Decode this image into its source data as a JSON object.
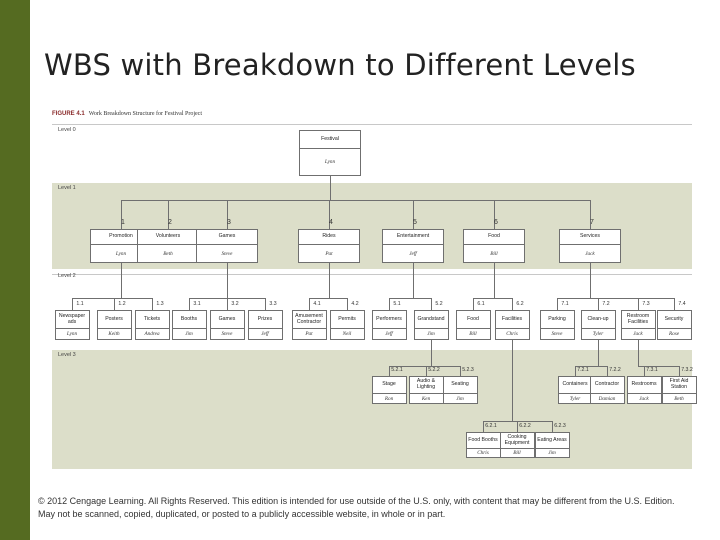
{
  "slide": {
    "title": "WBS with Breakdown to Different Levels",
    "copyright": "© 2012 Cengage Learning. All Rights Reserved. This edition is intended for use outside of the U.S. only, with content that may be different from the U.S. Edition. May not be scanned, copied, duplicated, or posted to a publicly accessible website, in whole or in part."
  },
  "figure": {
    "number": "FIGURE 4.1",
    "caption": "Work Breakdown Structure for Festival Project",
    "level_labels": [
      "Level 0",
      "Level 1",
      "Level 2",
      "Level 3"
    ]
  },
  "wbs": {
    "level0": [
      {
        "name": "Festival",
        "owner": "Lynn"
      }
    ],
    "level1": [
      {
        "id": "1",
        "name": "Promotion",
        "owner": "Lynn"
      },
      {
        "id": "2",
        "name": "Volunteers",
        "owner": "Beth"
      },
      {
        "id": "3",
        "name": "Games",
        "owner": "Steve"
      },
      {
        "id": "4",
        "name": "Rides",
        "owner": "Pat"
      },
      {
        "id": "5",
        "name": "Entertainment",
        "owner": "Jeff"
      },
      {
        "id": "6",
        "name": "Food",
        "owner": "Bill"
      },
      {
        "id": "7",
        "name": "Services",
        "owner": "Jack"
      }
    ],
    "level2": [
      {
        "id": "1.1",
        "name": "Newspaper ads",
        "owner": "Lynn"
      },
      {
        "id": "1.2",
        "name": "Posters",
        "owner": "Keith"
      },
      {
        "id": "1.3",
        "name": "Tickets",
        "owner": "Andrea"
      },
      {
        "id": "3.1",
        "name": "Booths",
        "owner": "Jim"
      },
      {
        "id": "3.2",
        "name": "Games",
        "owner": "Steve"
      },
      {
        "id": "3.3",
        "name": "Prizes",
        "owner": "Jeff"
      },
      {
        "id": "4.1",
        "name": "Amusement Contractor",
        "owner": "Pat"
      },
      {
        "id": "4.2",
        "name": "Permits",
        "owner": "Neil"
      },
      {
        "id": "5.1",
        "name": "Performers",
        "owner": "Jeff"
      },
      {
        "id": "5.2",
        "name": "Grandstand",
        "owner": "Jim"
      },
      {
        "id": "6.1",
        "name": "Food",
        "owner": "Bill"
      },
      {
        "id": "6.2",
        "name": "Facilities",
        "owner": "Chris"
      },
      {
        "id": "7.1",
        "name": "Parking",
        "owner": "Steve"
      },
      {
        "id": "7.2",
        "name": "Clean-up",
        "owner": "Tyler"
      },
      {
        "id": "7.3",
        "name": "Restroom Facilities",
        "owner": "Jack"
      },
      {
        "id": "7.4",
        "name": "Security",
        "owner": "Rose"
      }
    ],
    "level3": [
      {
        "id": "5.2.1",
        "name": "Stage",
        "owner": "Ron"
      },
      {
        "id": "5.2.2",
        "name": "Audio & Lighting",
        "owner": "Ken"
      },
      {
        "id": "5.2.3",
        "name": "Seating",
        "owner": "Jim"
      },
      {
        "id": "7.2.1",
        "name": "Containers",
        "owner": "Tyler"
      },
      {
        "id": "7.2.2",
        "name": "Contractor",
        "owner": "Damian"
      },
      {
        "id": "7.3.1",
        "name": "Restrooms",
        "owner": "Jack"
      },
      {
        "id": "7.3.2",
        "name": "First Aid Station",
        "owner": "Beth"
      },
      {
        "id": "6.2.1",
        "name": "Food Booths",
        "owner": "Chris"
      },
      {
        "id": "6.2.2",
        "name": "Cooking Equipment",
        "owner": "Bill"
      },
      {
        "id": "6.2.3",
        "name": "Eating Areas",
        "owner": "Jim"
      }
    ]
  }
}
